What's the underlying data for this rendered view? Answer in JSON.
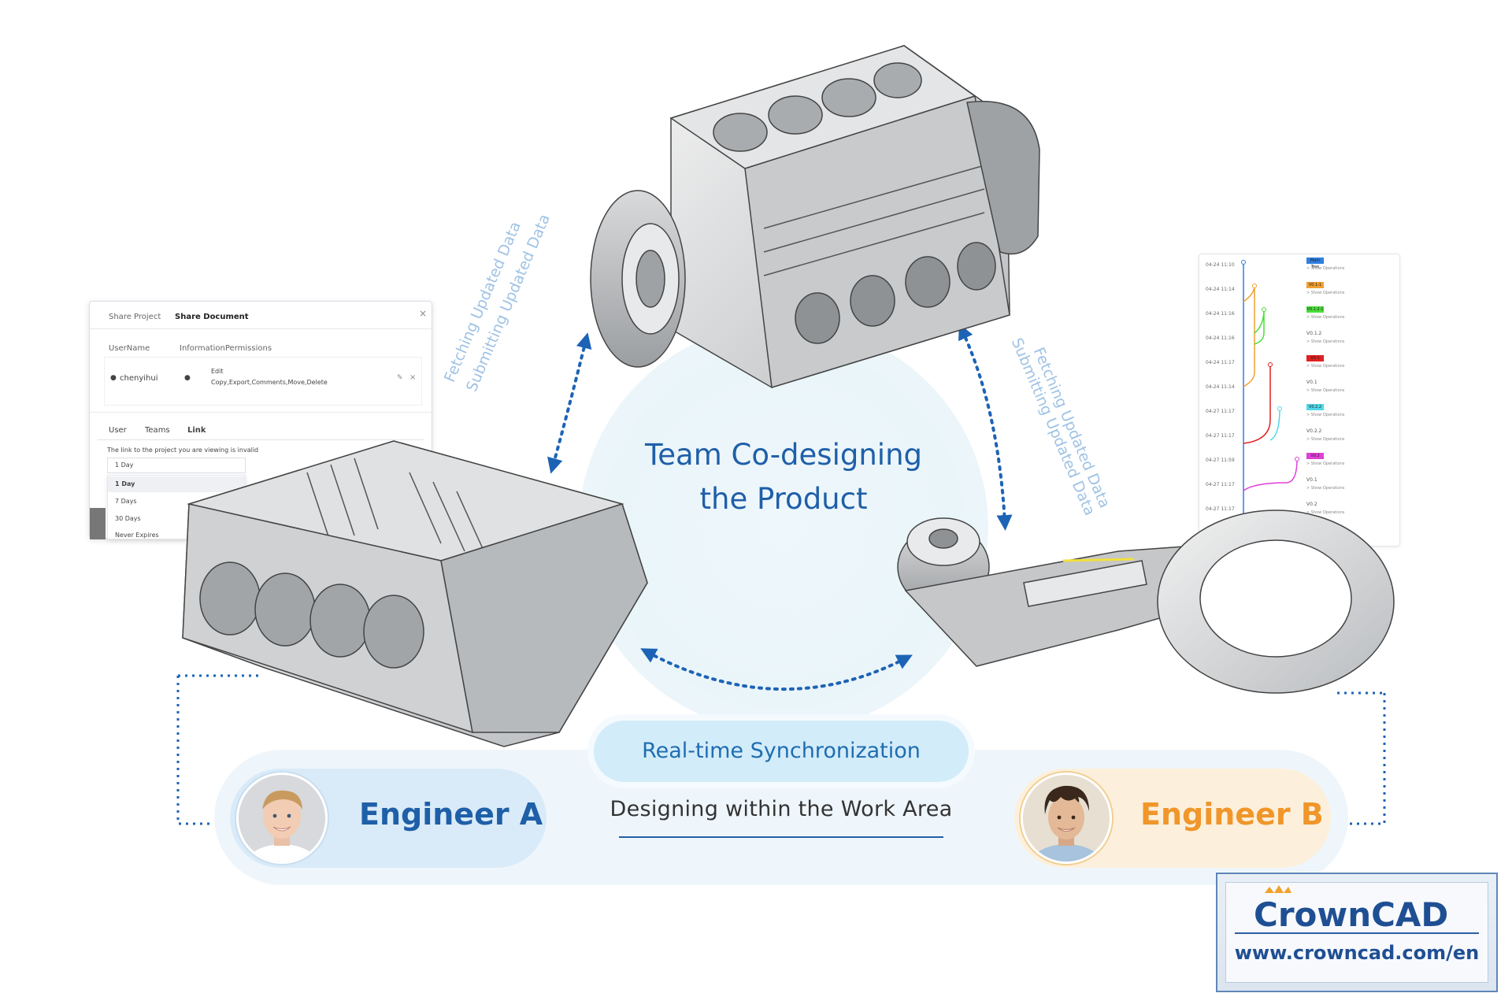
{
  "center": {
    "title_line1": "Team Co-designing",
    "title_line2": "the Product"
  },
  "arrows": {
    "left_outer": "Fetching Updated Data",
    "left_inner": "Submitting Updated Data",
    "right_outer": "Fetching Updated Data",
    "right_inner": "Submitting Updated Data"
  },
  "sync_label": "Real-time Synchronization",
  "work_area_label": "Designing within the Work Area",
  "engineer_a": {
    "name": "Engineer A"
  },
  "engineer_b": {
    "name": "Engineer B"
  },
  "share_dialog": {
    "tab_project": "Share Project",
    "tab_document": "Share Document",
    "close": "×",
    "col_username": "UserName",
    "col_info": "InformationPermissions",
    "user": "chenyihui",
    "perm_title": "Edit",
    "perm_detail": "Copy,Export,Comments,Move,Delete",
    "tabs": [
      "User",
      "Teams",
      "Link"
    ],
    "link_message": "The link to the project you are viewing is invalid",
    "selected_option": "1 Day",
    "options": [
      "1 Day",
      "7 Days",
      "30 Days",
      "Never Expires"
    ]
  },
  "history": {
    "dates": [
      "04-24 11:10",
      "04-24 11:14",
      "04-24 11:16",
      "04-24 11:16",
      "04-24 11:17",
      "04-24 11:14",
      "04-27 11:17",
      "04-27 11:17",
      "04-27 11:59",
      "04-27 11:17",
      "04-27 11:17"
    ],
    "tags": [
      {
        "label": "Main Tree",
        "color": "#2f7fe0"
      },
      {
        "label": "V0.1-1",
        "color": "#f0a030"
      },
      {
        "label": "V0.1.2-1",
        "color": "#4ade3a"
      },
      {
        "label": "V0.1.2",
        "color": ""
      },
      {
        "label": "V0.1",
        "color": "#e02020"
      },
      {
        "label": "V0.1",
        "color": ""
      },
      {
        "label": "V0.2.2",
        "color": "#4fd8e8"
      },
      {
        "label": "V0.2.2",
        "color": ""
      },
      {
        "label": "V0.2",
        "color": "#e040d8"
      },
      {
        "label": "V0.1",
        "color": ""
      },
      {
        "label": "V0.2",
        "color": ""
      }
    ],
    "ops_label": "> Show Operations"
  },
  "logo": {
    "brand": "CrownCAD",
    "url": "www.crowncad.com/en"
  },
  "colors": {
    "primary_blue": "#1f5fa8",
    "engineer_b_orange": "#f0962a",
    "arrow_blue": "#1d63b5",
    "sync_pill": "#d3ecfa"
  }
}
